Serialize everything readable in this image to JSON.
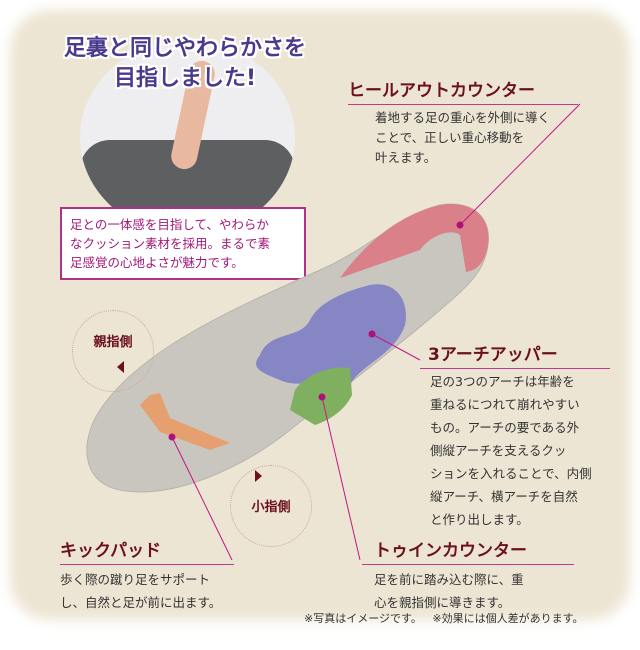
{
  "headline": {
    "line1": "足裏と同じやわらかさを",
    "line2": "目指しました!"
  },
  "feature_box": {
    "line1": "足との一体感を目指して、やわらか",
    "line2": "なクッション素材を採用。まるで素",
    "line3": "足感覚の心地よさが魅力です。"
  },
  "heel": {
    "title": "ヒールアウトカウンター",
    "line1": "着地する足の重心を外側に導く",
    "line2": "ことで、正しい重心移動を",
    "line3": "叶えます。"
  },
  "arch": {
    "title": "3アーチアッパー",
    "line1": "足の3つのアーチは年齢を",
    "line2": "重ねるにつれて崩れやすい",
    "line3": "もの。アーチの要である外",
    "line4": "側縦アーチを支えるクッ",
    "line5": "ションを入れることで、内側",
    "line6": "縦アーチ、横アーチを自然",
    "line7": "と作り出します。"
  },
  "kick": {
    "title": "キックパッド",
    "line1": "歩く際の蹴り足をサポート",
    "line2": "し、自然と足が前に出ます。"
  },
  "toein": {
    "title": "トゥインカウンター",
    "line1": "足を前に踏み込む際に、重",
    "line2": "心を親指側に導きます。"
  },
  "labels": {
    "big_toe": "親指側",
    "little_toe": "小指側"
  },
  "notes": {
    "n1": "※写真はイメージです。",
    "n2": "※効果には個人差があります。"
  },
  "colors": {
    "title": "#4a3a8e",
    "heading": "#6b1020",
    "leader": "#c0188a"
  }
}
